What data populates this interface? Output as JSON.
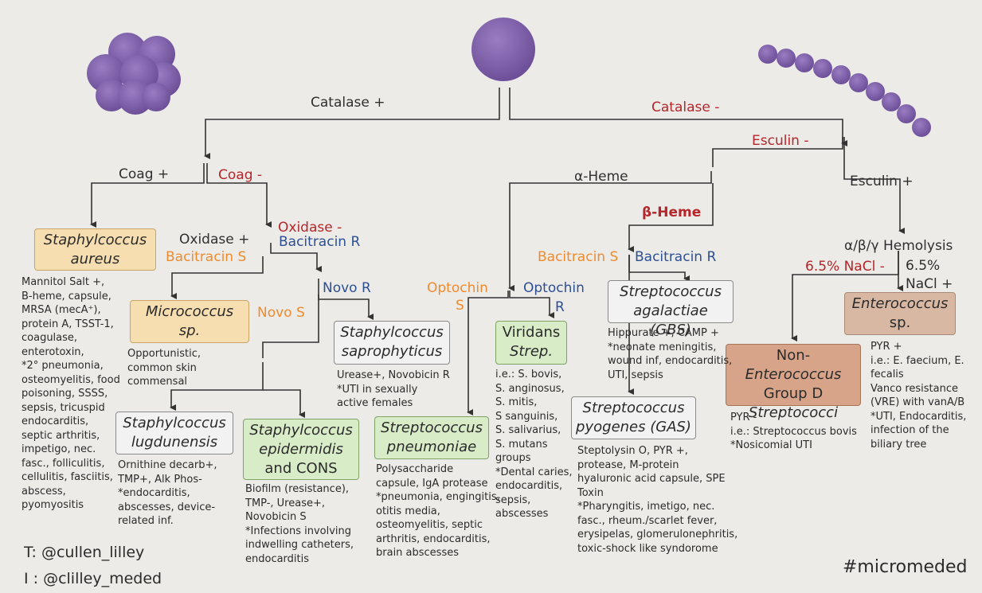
{
  "top": {
    "catalase_pos": "Catalase +",
    "catalase_neg": "Catalase -"
  },
  "branches": {
    "coag_pos": "Coag +",
    "coag_neg": "Coag -",
    "oxidase_pos": "Oxidase +",
    "bacitracin_s_1": "Bacitracin S",
    "oxidase_neg": "Oxidase -",
    "bacitracin_r_1": "Bacitracin R",
    "novo_r": "Novo R",
    "novo_s": "Novo S",
    "esculin_neg": "Esculin -",
    "esculin_pos": "Esculin +",
    "alpha_heme": "α-Heme",
    "beta_heme": "β-Heme",
    "optochin_s_a": "Optochin",
    "optochin_s_b": "S",
    "optochin_r_a": "Optochin",
    "optochin_r_b": "R",
    "bacitracin_s_2": "Bacitracin S",
    "bacitracin_r_2": "Bacitracin R",
    "hemolysis": "α/β/γ Hemolysis",
    "nacl_neg": "6.5% NaCl -",
    "nacl_pos_a": "6.5%",
    "nacl_pos_b": "NaCl +"
  },
  "organisms": {
    "s_aureus": {
      "l1": "Staphylcoccus",
      "l2": "aureus"
    },
    "micrococcus": {
      "l1": "Micrococcus",
      "l2": "sp."
    },
    "s_saprophyticus": {
      "l1": "Staphylcoccus",
      "l2": "saprophyticus"
    },
    "s_lugdunensis": {
      "l1": "Staphylcoccus",
      "l2": "lugdunensis"
    },
    "s_epidermidis": {
      "l1": "Staphylcoccus",
      "l2": "epidermidis",
      "l3": "and CONS"
    },
    "s_pneumoniae": {
      "l1": "Streptococcus",
      "l2": "pneumoniae"
    },
    "viridans": {
      "l1": "Viridans",
      "l2": "Strep."
    },
    "s_agalactiae": {
      "l1": "Streptococcus",
      "l2": "agalactiae (GBS)"
    },
    "s_pyogenes": {
      "l1": "Streptococcus",
      "l2": "pyogenes (GAS)"
    },
    "non_entero": {
      "l1a": "Non-",
      "l1b": "Enterococcus",
      "l2": "Group D",
      "l3": "Streptococci"
    },
    "enterococcus": {
      "l1": "Enterococcus",
      "l2": "sp."
    }
  },
  "notes": {
    "s_aureus": "Mannitol Salt +,\nB-heme, capsule,\nMRSA (mecA⁺),\nprotein A, TSST-1,\ncoagulase,\nenterotoxin,\n*2° pneumonia,\nosteomyelitis, food\npoisoning, SSSS,\nsepsis, tricuspid\nendocarditis,\nseptic arthritis,\nimpetigo, nec.\nfasc., folliculitis,\ncellulitis, fasciitis,\nabscess,\npyomyositis",
    "micrococcus": "Opportunistic,\ncommon skin\ncommensal",
    "s_saprophyticus": "Urease+, Novobicin R\n*UTI in sexually\nactive females",
    "s_lugdunensis": "Ornithine decarb+,\nTMP+, Alk Phos-\n*endocarditis,\nabscesses, device-\nrelated inf.",
    "s_epidermidis": "Biofilm (resistance),\nTMP-, Urease+,\nNovobicin S\n*Infections involving\nindwelling catheters,\nendocarditis",
    "s_pneumoniae": "Polysaccharide\ncapsule, IgA protease\n*pneumonia, engingitis,\notitis media,\nosteomyelitis, septic\narthritis, endocarditis,\nbrain abscesses",
    "viridans": "i.e.: S. bovis,\nS. anginosus,\nS. mitis,\nS sanguinis,\nS. salivarius,\nS. mutans\ngroups\n*Dental caries,\nendocarditis,\nsepsis,\nabscesses",
    "s_agalactiae": "Hippurate +, CAMP +\n*neonate meningitis,\nwound inf, endocarditis,\nUTI, sepsis",
    "s_pyogenes": "Steptolysin O, PYR +,\nprotease, M-protein\nhyaluronic acid capsule, SPE\nToxin\n*Pharyngitis, imetigo, nec.\nfasc., rheum./scarlet fever,\nerysipelas, glomerulonephritis,\ntoxic-shock like syndorome",
    "non_entero": "PYR -\ni.e.: Streptococcus bovis\n*Nosicomial UTI",
    "enterococcus": "PYR +\ni.e.: E. faecium, E.\nfecalis\nVanco resistance\n(VRE) with vanA/B\n*UTI, Endocarditis,\ninfection of the\nbiliary tree"
  },
  "footer": {
    "twitter": "T: @cullen_lilley",
    "instagram": "I : @clilley_meded",
    "hashtag": "#micromeded"
  },
  "colors": {
    "cocci": "#7b5aa6",
    "red": "#b5262a",
    "orange": "#ef8b2f",
    "blue": "#2d4f93",
    "background": "#ecebe8"
  },
  "icons": {
    "cluster": "staphylococci-cluster-icon",
    "single": "coccus-icon",
    "chain": "streptococci-chain-icon"
  }
}
